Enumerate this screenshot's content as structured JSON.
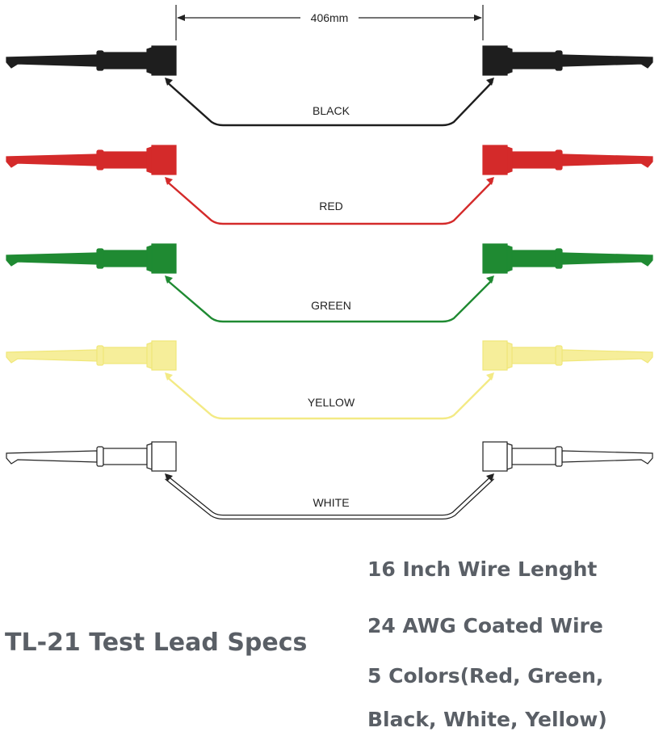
{
  "dimension": {
    "label": "406mm"
  },
  "leads": [
    {
      "label": "BLACK",
      "color": "#1e1e1e",
      "fill": "#1e1e1e",
      "stroke": "#1e1e1e",
      "wire": "#1e1e1e"
    },
    {
      "label": "RED",
      "color": "#d42a2a",
      "fill": "#d42a2a",
      "stroke": "#d42a2a",
      "wire": "#d42a2a"
    },
    {
      "label": "GREEN",
      "color": "#1f8a32",
      "fill": "#1f8a32",
      "stroke": "#1f8a32",
      "wire": "#1f8a32"
    },
    {
      "label": "YELLOW",
      "color": "#f6ee9a",
      "fill": "#f6ee9a",
      "stroke": "#f0e77a",
      "wire": "#f3ea85"
    },
    {
      "label": "WHITE",
      "color": "#ffffff",
      "fill": "#ffffff",
      "stroke": "#222222",
      "wire": "#222222"
    }
  ],
  "specs": {
    "title": "TL-21 Test Lead Specs",
    "lines": [
      "16 Inch Wire Lenght",
      "24  AWG Coated Wire",
      "5 Colors(Red, Green,",
      "Black, White, Yellow)"
    ]
  }
}
